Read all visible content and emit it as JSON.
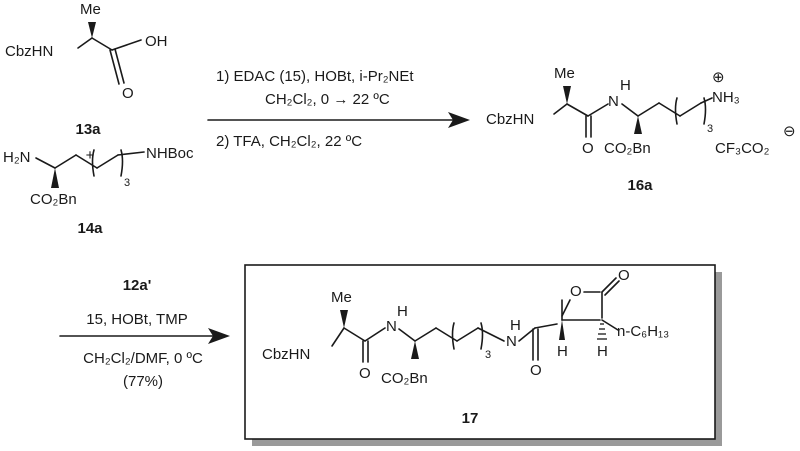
{
  "compound_13a": {
    "me": "Me",
    "nh": "CbzHN",
    "oh": "OH",
    "o": "O",
    "label": "13a"
  },
  "plus": "+",
  "compound_14a": {
    "h2n": "H₂N",
    "n3": "3",
    "nhboc": "NHBoc",
    "co2bn": "CO₂Bn",
    "label": "14a"
  },
  "step1": {
    "reagent": "1) EDAC (15), HOBt, i-Pr₂NEt",
    "solvent": "CH₂Cl₂, 0 → 22 ºC"
  },
  "step2": {
    "reagent": "2) TFA, CH₂Cl₂, 22 ºC"
  },
  "compound_16a": {
    "me": "Me",
    "nh": "CbzHN",
    "h": "H",
    "n_amide": "N",
    "o": "O",
    "n3": "3",
    "plus": "⊕",
    "nh3": "NH₃",
    "co2bn": "CO₂Bn",
    "cf3co2": "CF₃CO₂",
    "minus": "⊖",
    "label": "16a"
  },
  "step3": {
    "reagent1": "12a'",
    "reagent2": "15, HOBt, TMP",
    "solvent": "CH₂Cl₂/DMF, 0 ºC",
    "yield": "(77%)"
  },
  "compound_17": {
    "me": "Me",
    "nh": "CbzHN",
    "h1": "H",
    "n1": "N",
    "o1": "O",
    "co2bn": "CO₂Bn",
    "n3": "3",
    "h2": "H",
    "n2": "N",
    "o2": "O",
    "ring_o": "O",
    "ring_co": "O",
    "h3": "H",
    "h4": "H",
    "hexyl": "n-C₆H₁₃",
    "label": "17"
  }
}
